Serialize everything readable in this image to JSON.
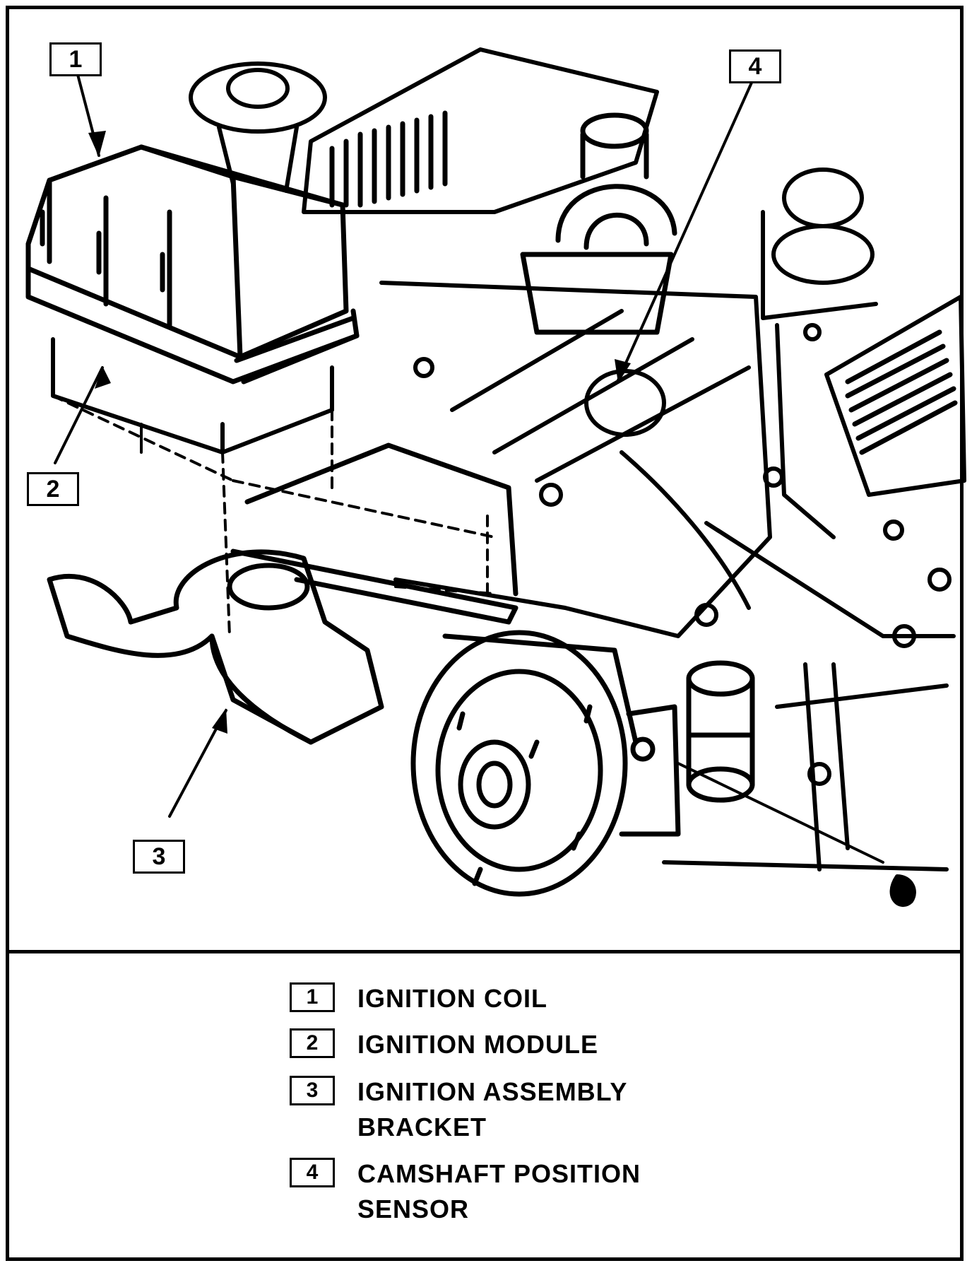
{
  "callouts": [
    "1",
    "2",
    "3",
    "4"
  ],
  "legend": [
    {
      "number": "1",
      "lines": [
        "IGNITION COIL"
      ]
    },
    {
      "number": "2",
      "lines": [
        "IGNITION MODULE"
      ]
    },
    {
      "number": "3",
      "lines": [
        "IGNITION ASSEMBLY",
        "BRACKET"
      ]
    },
    {
      "number": "4",
      "lines": [
        "CAMSHAFT POSITION",
        "SENSOR"
      ]
    }
  ]
}
